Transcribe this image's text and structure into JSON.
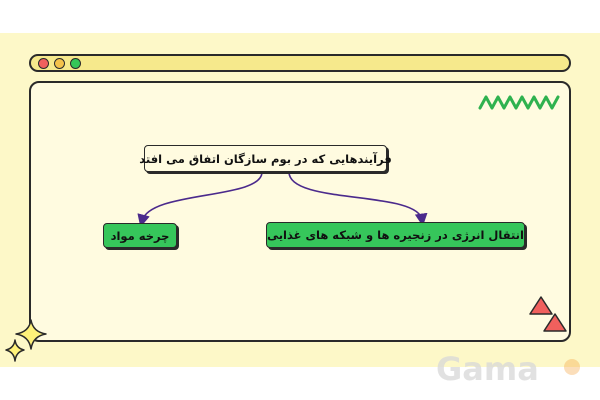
{
  "diagram": {
    "root": {
      "text": "فرآیندهایی که در بوم سازگان اتفاق می افتد"
    },
    "children": [
      {
        "text": "چرخه مواد"
      },
      {
        "text": "انتقال انرژی در زنجیره ها و شبکه های غذایی"
      }
    ]
  },
  "watermark": {
    "text": "Gama"
  },
  "colors": {
    "background": "#fdf8c8",
    "window": "#fffbe0",
    "titlebar": "#f6e98c",
    "node_green": "#36c65b",
    "connector": "#4b2a8c",
    "zigzag": "#2fb24f",
    "triangle": "#f0605d"
  },
  "icons": [
    "window-close-dot",
    "window-minimize-dot",
    "window-maximize-dot",
    "zigzag-decoration",
    "triangles-decoration",
    "sparkles-decoration"
  ]
}
